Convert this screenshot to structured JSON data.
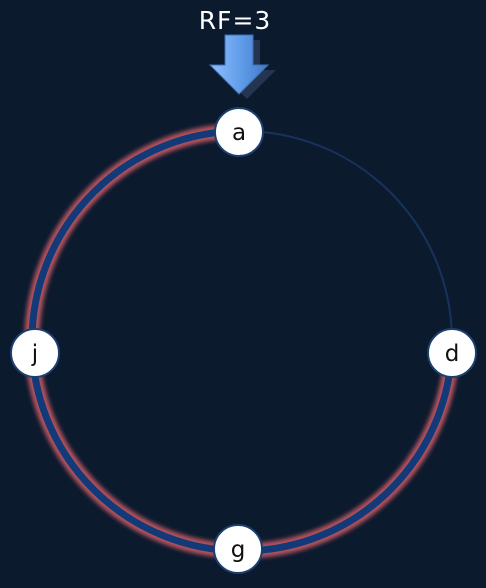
{
  "diagram": {
    "replication_label": "RF=3",
    "nodes": [
      {
        "id": "a",
        "label": "a"
      },
      {
        "id": "d",
        "label": "d"
      },
      {
        "id": "g",
        "label": "g"
      },
      {
        "id": "j",
        "label": "j"
      }
    ],
    "colors": {
      "background": "#0c1a2e",
      "ring_inactive": "#17335c",
      "ring_active": "#123a78",
      "ring_glow": "#c85a64",
      "arrow_fill": "#5f9be8",
      "node_fill": "#ffffff",
      "node_stroke": "#1b3f6e"
    }
  }
}
